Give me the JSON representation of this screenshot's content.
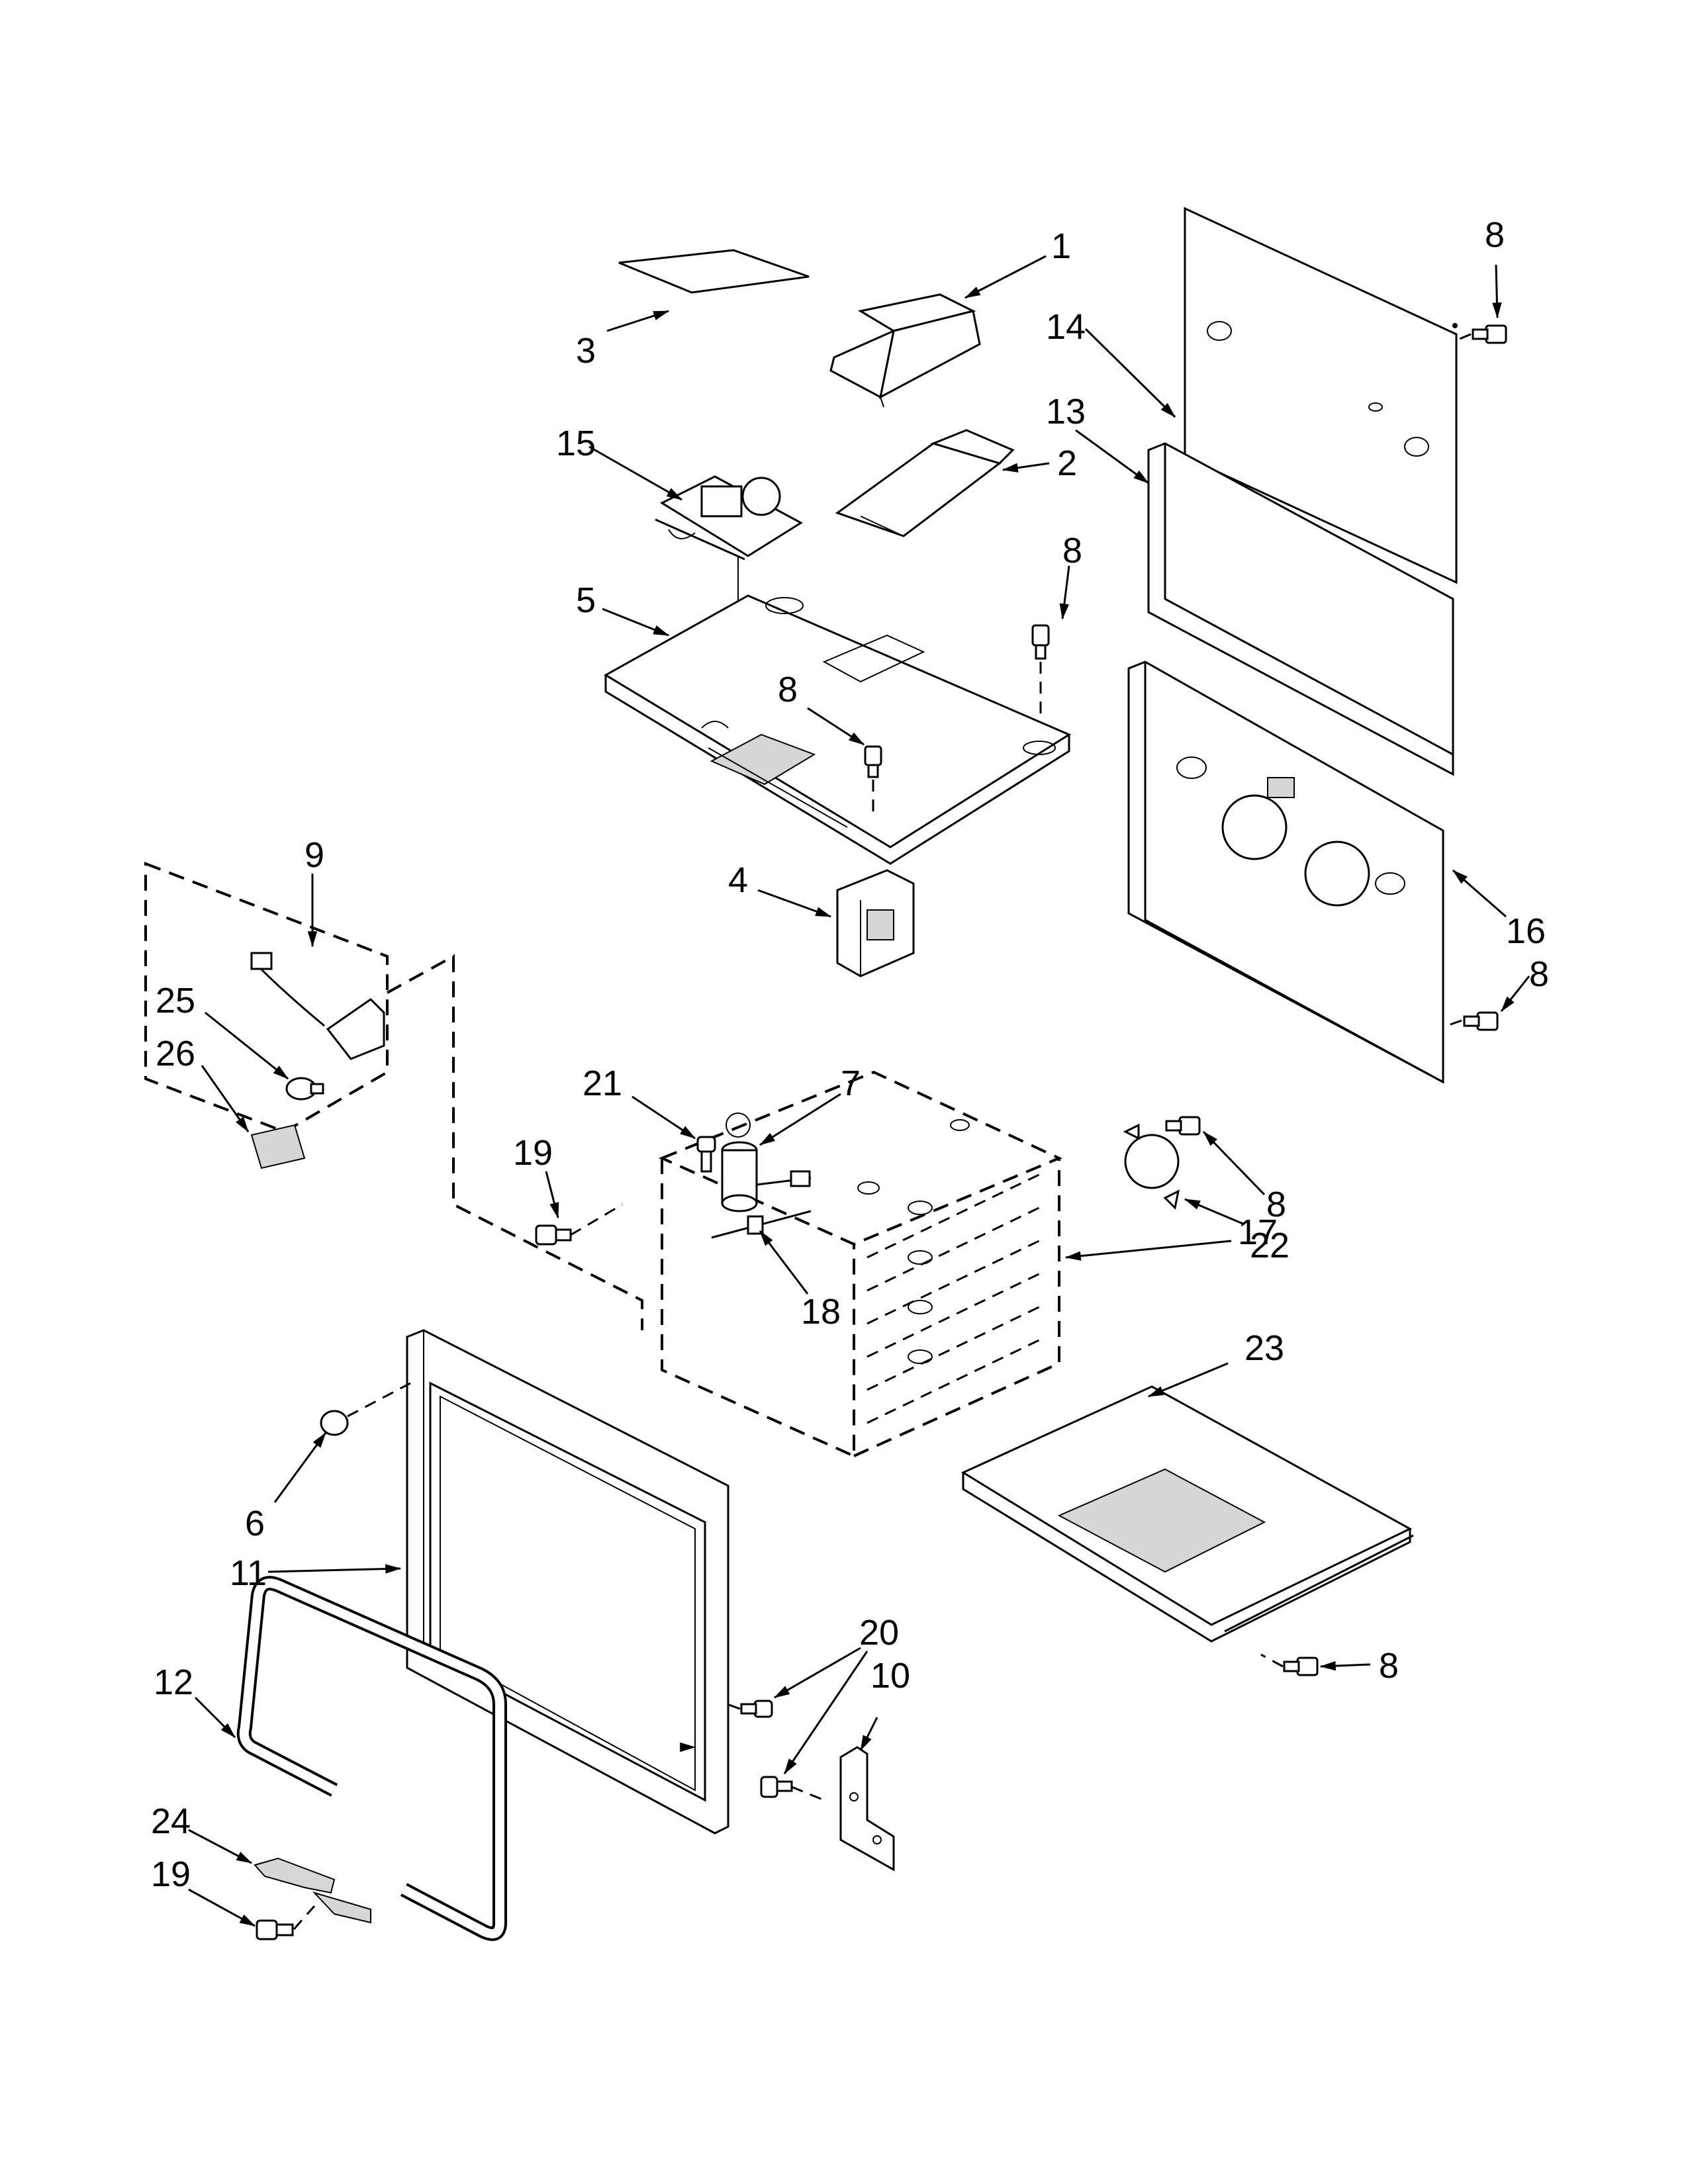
{
  "diagram": {
    "callouts": {
      "c1": "1",
      "c2": "2",
      "c3": "3",
      "c4": "4",
      "c5": "5",
      "c6": "6",
      "c7": "7",
      "c8a": "8",
      "c8b": "8",
      "c8c": "8",
      "c8d": "8",
      "c8e": "8",
      "c8f": "8",
      "c9": "9",
      "c10": "10",
      "c11": "11",
      "c12": "12",
      "c13": "13",
      "c14": "14",
      "c15": "15",
      "c16": "16",
      "c17": "17",
      "c18": "18",
      "c19a": "19",
      "c19b": "19",
      "c20": "20",
      "c21": "21",
      "c22": "22",
      "c23": "23",
      "c24": "24",
      "c25": "25",
      "c26": "26"
    }
  }
}
